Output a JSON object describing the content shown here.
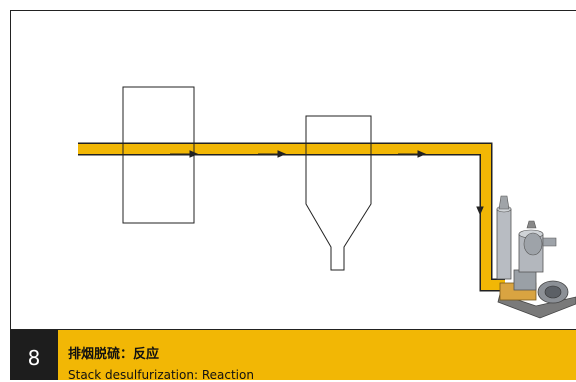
{
  "slide": {
    "number": "8",
    "title_zh": "排烟脱硫：反应",
    "title_en": "Stack desulfurization: Reaction"
  },
  "diagram": {
    "components": [
      "vessel",
      "cyclone-hopper",
      "stack-fan"
    ],
    "flow_color": "#f2b705",
    "caption_color": "#f2b705"
  }
}
